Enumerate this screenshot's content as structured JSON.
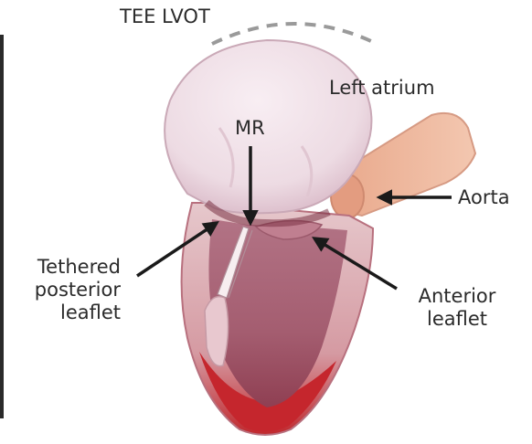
{
  "title": "TEE LVOT",
  "labels": {
    "left_atrium": "Left atrium",
    "mr": "MR",
    "aorta": "Aorta",
    "tethered_posterior_leaflet": "Tethered\nposterior\nleaflet",
    "anterior_leaflet": "Anterior\nleaflet"
  },
  "colors": {
    "atrium": "#f1e2ea",
    "ventricle": "#b0687a",
    "wall": "#d2a3ab",
    "aorta": "#eeb297",
    "apex": "#c9262b",
    "arrow": "#1a1a1a"
  }
}
